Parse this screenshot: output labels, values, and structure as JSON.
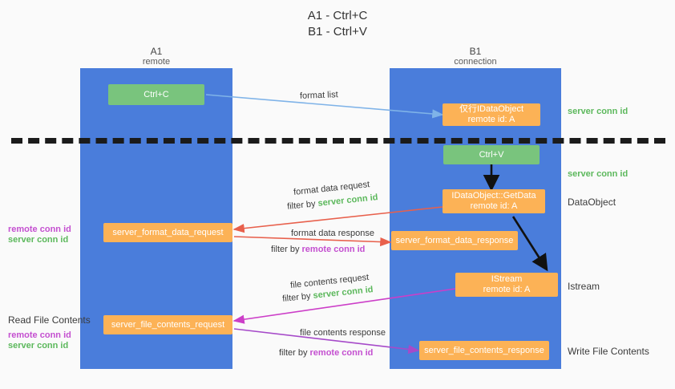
{
  "title": {
    "line1": "A1 - Ctrl+C",
    "line2": "B1 - Ctrl+V"
  },
  "columns": [
    {
      "name": "A1",
      "sub": "remote"
    },
    {
      "name": "B1",
      "sub": "connection"
    }
  ],
  "colors": {
    "lane": "#4a7ddb",
    "green_box": "#79c47d",
    "orange_box": "#fcb256",
    "server_conn": "#5cb85c",
    "remote_conn": "#c44fd0",
    "arrow_blue": "#7fb3e8",
    "arrow_red": "#e8604c",
    "arrow_magenta": "#cc3ec8",
    "arrow_purple": "#a64ac9",
    "arrow_black": "#111111",
    "divider": "#1b1b1b"
  },
  "boxes": {
    "ctrl_c": "Ctrl+C",
    "ctrl_v": "Ctrl+V",
    "idataobject_line1": "仅行IDataObject",
    "idataobject_line2": "remote id: A",
    "getdata_line1": "IDataObject::GetData",
    "getdata_line2": "remote id: A",
    "istream_line1": "IStream",
    "istream_line2": "remote id: A",
    "server_format_data_request": "server_format_data_request",
    "server_format_data_response": "server_format_data_response",
    "server_file_contents_request": "server_file_contents_request",
    "server_file_contents_response": "server_file_contents_response"
  },
  "right_labels": {
    "server_conn_1": "server conn id",
    "server_conn_2": "server conn id",
    "dataobject": "DataObject",
    "istream": "Istream",
    "write_file_contents": "Write File Contents"
  },
  "left_labels": {
    "format_remote": "remote conn id",
    "format_server": "server conn id",
    "read_file_contents": "Read File Contents",
    "file_remote": "remote conn id",
    "file_server": "server conn id"
  },
  "flow_labels": {
    "format_list": "format list",
    "format_data_request": "format data request",
    "format_data_request_filter_prefix": "filter by",
    "format_data_request_filter_value": "server conn id",
    "format_data_response": "format data response",
    "format_data_response_filter_prefix": "filter by",
    "format_data_response_filter_value": "remote conn id",
    "file_contents_request": "file contents request",
    "file_contents_request_filter_prefix": "filter by",
    "file_contents_request_filter_value": "server conn id",
    "file_contents_response": "file contents response",
    "file_contents_response_filter_prefix": "filter by",
    "file_contents_response_filter_value": "remote conn id"
  }
}
